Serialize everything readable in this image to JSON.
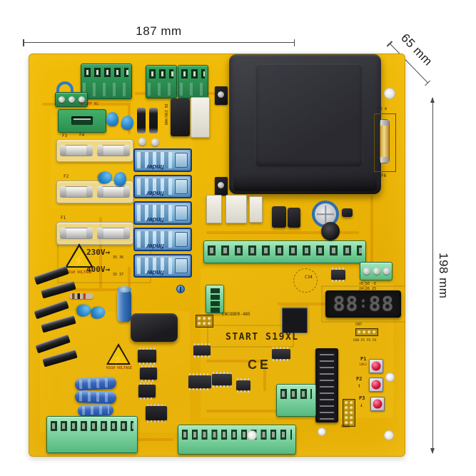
{
  "dimensions": {
    "top": "187 mm",
    "diagonal": "65 mm",
    "right": "198 mm"
  },
  "silkscreen": {
    "model": "START S19XL",
    "encoder": "ENCODER-485",
    "ce": "CE",
    "in_rating": "IN 230/400",
    "on_off": "ON-OFF N1",
    "v230": "230V→",
    "v400": "400V→",
    "v230_pins": "35  36",
    "v400_pins": "35  37",
    "high_voltage": "HIGH VOLTAGE",
    "f1": "F1",
    "f2": "F2",
    "f3": "F3",
    "f4": "F4",
    "f6": "F6",
    "f6_rating": "1,6 A",
    "c34": "C34",
    "cn7": "CN7",
    "cn7_pins": "USB P1 P2 P3",
    "cn21": "CN21",
    "aux_row1": "+E S6 -E",
    "aux_row2": "24 26 25",
    "p1": "P1",
    "p1_value": "10K3",
    "p2": "P2",
    "p2_arrow": "↑",
    "p3": "P3",
    "p3_arrow": "↓"
  },
  "components": {
    "relay_brand": "finder",
    "bolt_icon": "⚡"
  },
  "display": {
    "d1": "8",
    "d2": "8",
    "colon": ":",
    "d3": "8",
    "d4": "8"
  },
  "colors": {
    "board": "#eeb806",
    "trace": "#d18500",
    "terminal_dark_green": "#2c9254",
    "terminal_light_green": "#7fd3a2",
    "relay_blue": "#8fc0dd",
    "display_bg": "#141414",
    "button_red": "#d01038"
  }
}
